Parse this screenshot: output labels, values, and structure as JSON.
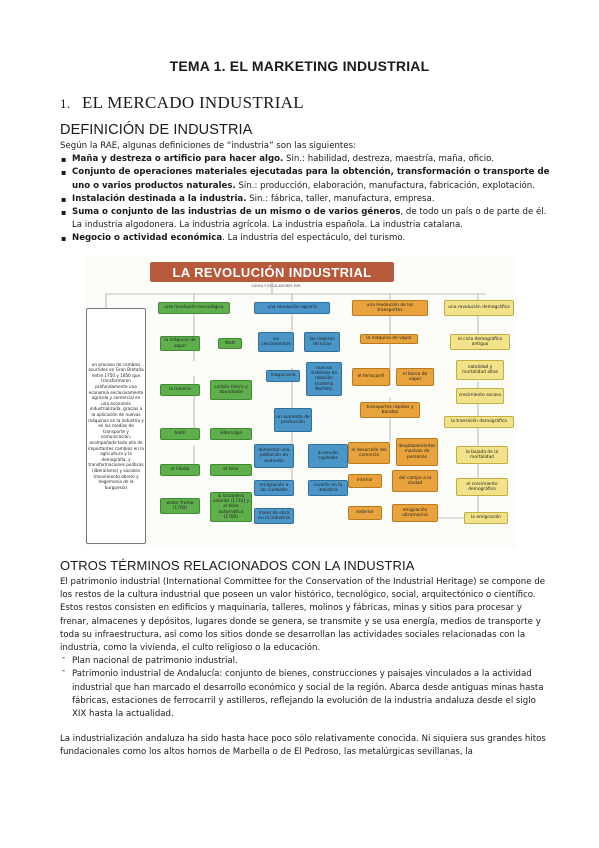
{
  "title": "TEMA 1. EL MARKETING INDUSTRIAL",
  "section1": {
    "num": "1.",
    "heading": "EL MERCADO INDUSTRIAL"
  },
  "definition": {
    "heading": "DEFINICIÓN DE INDUSTRIA",
    "intro": "Según la RAE, algunas definiciones de “industria” son las siguientes:",
    "items": [
      {
        "bold": "Maña y destreza o artificio para hacer algo.",
        "rest": " Sin.: habilidad, destreza, maestría, maña, oficio."
      },
      {
        "bold": "Conjunto de operaciones materiales ejecutadas para la obtención, transformación o transporte de uno o varios productos naturales.",
        "rest": " Sin.: producción, elaboración, manufactura, fabricación, explotación."
      },
      {
        "bold": "Instalación destinada a la industria.",
        "rest": " Sin.: fábrica, taller, manufactura, empresa."
      },
      {
        "bold": "Suma o conjunto de las industrias de un mismo o de varios géneros",
        "rest": ", de todo un país o de parte de él. La industria algodonera. La industria agrícola. La industria española. La industria catalana."
      },
      {
        "bold": "Negocio o actividad económica",
        "rest": ". La industria del espectáculo, del turismo."
      }
    ]
  },
  "diagram": {
    "banner": "LA REVOLUCIÓN INDUSTRIAL",
    "subtitle": "CAUSA Y ESCALADORES POR",
    "left_box": "un proceso de cambios ocurridos en Gran Bretaña entre 1750 y 1850 que transformaron profundamente una economía exclusivamente agrícola y comercial en una economía industrializada, gracias a la aplicación de nuevas máquinas en la industria y en los medios de transporte y comunicación, acompañado todo ello de importantes cambios en la agricultura y la demografía, y transformaciones políticas (liberalismo) y sociales (movimiento obrero y hegemonía de la burguesía)",
    "columns": {
      "tech": "una revolución tecnológica",
      "agr": "una revolución agraria",
      "transp": "una revolución de los transportes",
      "demo": "una revolución demográfica"
    },
    "boxes": {
      "maquina_vapor": "la máquina de vapor",
      "watt": "Watt",
      "mineria": "la minería",
      "carbon": "carbón hierro y abundante",
      "textil": "textil",
      "siderurgia": "siderurgia",
      "telar": "el telar",
      "hilado": "el hilado",
      "water_frame": "water frame (1769)",
      "lanzadera": "la lanzadera volante (1733) y el telar automático (1785)",
      "cercamientos": "los cercamientos",
      "tecnicas": "las mejoras técnicas",
      "maquinaria": "maquinaria",
      "sistema": "nuevos sistemas de rotación (sistema Norfolk)",
      "aumento_prod": "un aumento de producción",
      "alimentar": "alimentar una población en aumento",
      "acumular": "acumular capitales",
      "emigracion_ciud": "emigración a las ciudades",
      "invertir": "invertir en la industria",
      "mano_obra": "mano de obra en la industria",
      "vapor_transp": "la máquina de vapor",
      "ferrocarril": "el ferrocarril",
      "barco": "el barco de vapor",
      "transportes": "transportes rápidos y baratos",
      "comercio": "el desarrollo del comercio",
      "desplazamientos": "desplazamientos masivos de personas",
      "interior": "interior",
      "campo": "del campo a la ciudad",
      "exterior": "exterior",
      "ultramarina": "emigración ultramarina",
      "ciclo": "el ciclo demográfico antiguo",
      "natalidad": "natalidad y mortalidad altas",
      "crecimiento": "crecimiento escaso",
      "transicion": "la transición demográfica",
      "bajada": "la bajada de la mortalidad",
      "crec_demo": "el crecimiento demográfico",
      "emigracion_demo": "la emigración"
    }
  },
  "section_otros": {
    "heading": "OTROS TÉRMINOS RELACIONADOS CON LA INDUSTRIA",
    "p1": "El patrimonio industrial (International Committee for the Conservation of the Industrial Heritage) se compone de los restos de la cultura industrial que poseen un valor histórico, tecnológico, social, arquitectónico o científico.",
    "p2": "Estos restos consisten en edificios y maquinaria, talleres, molinos y fábricas, minas y sitios para procesar y frenar, almacenes y depósitos, lugares donde se genera, se transmite y se usa energía, medios de transporte y toda su infraestructura, así como los sitios donde se desarrollan las actividades sociales relacionadas con la industria, como la vivienda, el culto religioso o la educación.",
    "items": [
      "Plan nacional de patrimonio industrial.",
      "Patrimonio industrial de Andalucía: conjunto de bienes, construcciones y paisajes vinculados a la actividad industrial que han marcado el desarrollo económico y social de la región. Abarca desde antiguas minas hasta fábricas, estaciones de ferrocarril y astilleros, reflejando la evolución de la industria andaluza desde el siglo XIX hasta la actualidad."
    ],
    "p3": "La industrialización andaluza ha sido hasta hace poco sólo relativamente conocida. Ni siquiera sus grandes hitos fundacionales como los altos hornos de Marbella o de El Pedroso, las metalúrgicas sevillanas, la"
  }
}
